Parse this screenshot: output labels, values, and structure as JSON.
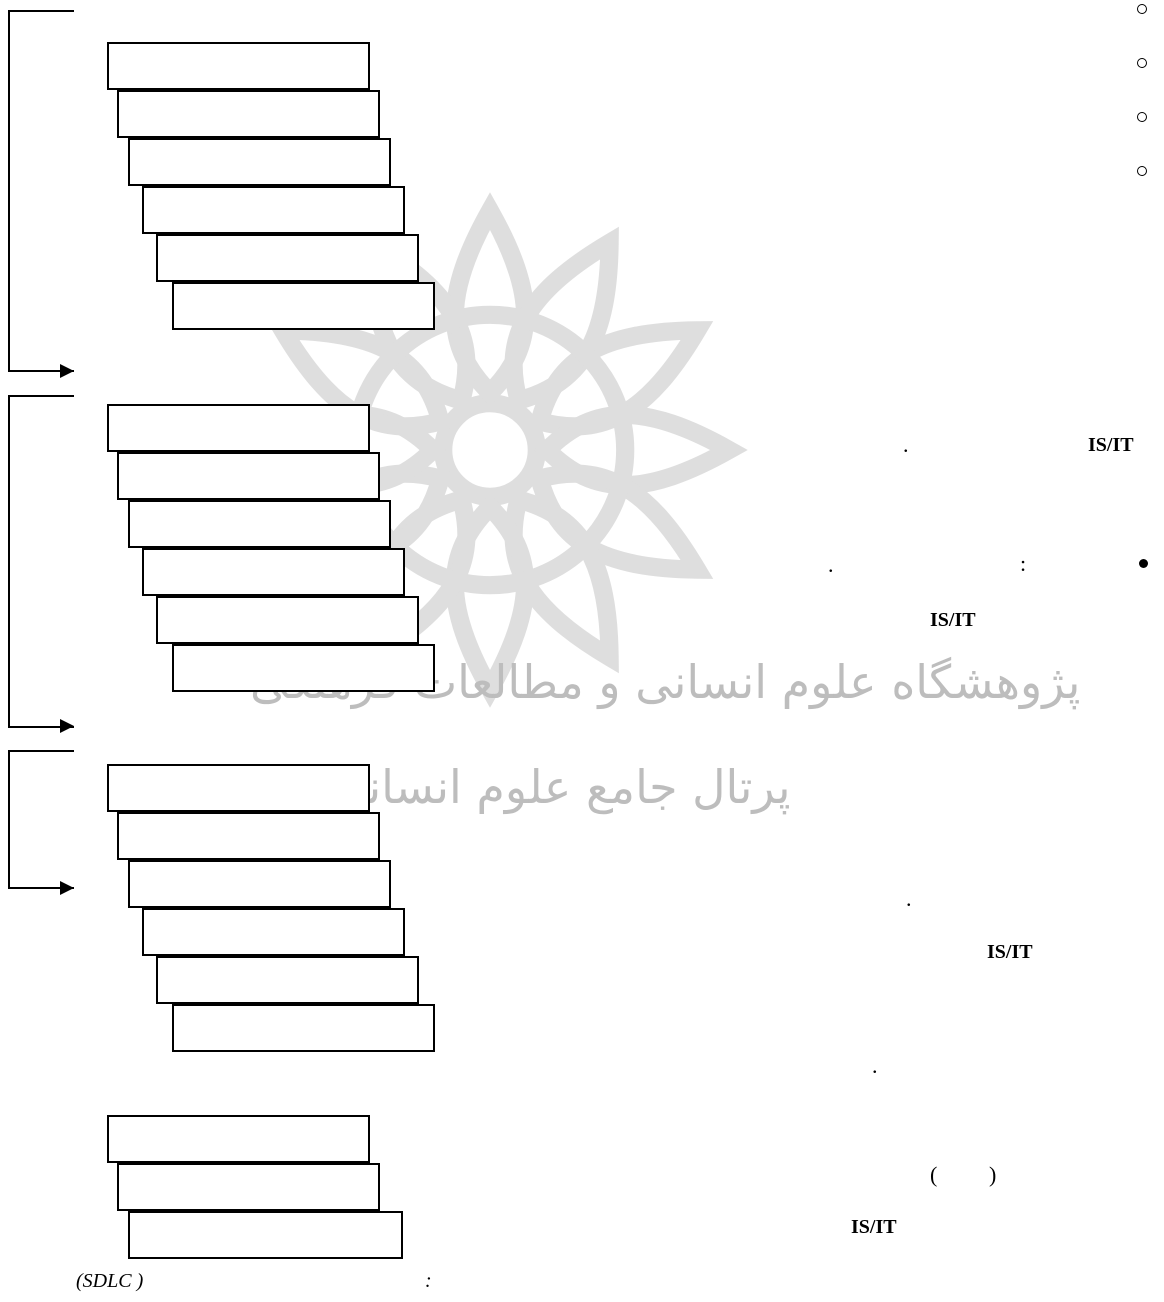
{
  "right_column": {
    "isit_1": "IS/IT",
    "isit_2": "IS/IT",
    "isit_3": "IS/IT",
    "isit_4": "IS/IT",
    "dot": ".",
    "colon": ":",
    "paren_open": "(",
    "paren_close": ")"
  },
  "caption": {
    "sdlc": "(SDLC )",
    "colon": ":"
  },
  "watermark": {
    "line1": "پژوهشگاه علوم انسانی و مطالعات فرهنگی",
    "line2": "پرتال جامع علوم انسانی"
  },
  "icons": {
    "watermark_logo": "rosette-logo-icon",
    "hollow_bullet": "hollow-circle-bullet-icon",
    "solid_bullet": "solid-circle-bullet-icon",
    "arrow": "right-arrow-icon"
  }
}
